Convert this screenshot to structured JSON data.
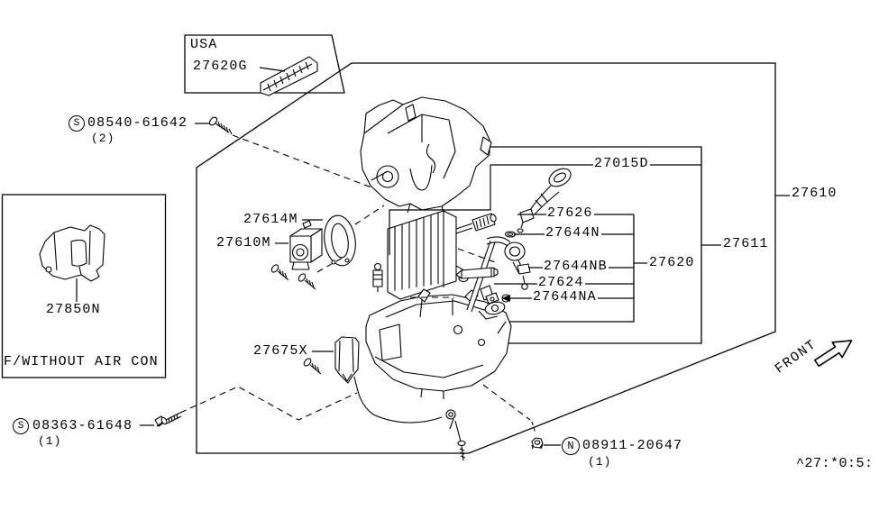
{
  "figure": {
    "front_indicator": "FRONT",
    "footer_code": "^27:*0:5:"
  },
  "regions": {
    "usa_inset": {
      "region_label": "USA",
      "amplifier_part": "27620G"
    },
    "without_aircon_inset": {
      "part": "27850N",
      "caption": "F/WITHOUT AIR CON"
    }
  },
  "labels": {
    "p27015D": "27015D",
    "p27626": "27626",
    "p27644N": "27644N",
    "p27644NB": "27644NB",
    "p27624": "27624",
    "p27644NA": "27644NA",
    "p27620": "27620",
    "p27611": "27611",
    "p27610": "27610",
    "p27614M": "27614M",
    "p27610M": "27610M",
    "p27675X": "27675X"
  },
  "fasteners": {
    "screw_top": {
      "symbol": "S",
      "part": "08540-61642",
      "qty": "(2)"
    },
    "bolt_bottom": {
      "symbol": "S",
      "part": "08363-61648",
      "qty": "(1)"
    },
    "nut_bottom": {
      "symbol": "N",
      "part": "08911-20647",
      "qty": "(1)"
    }
  },
  "colors": {
    "line": "#000000",
    "background": "#ffffff"
  }
}
